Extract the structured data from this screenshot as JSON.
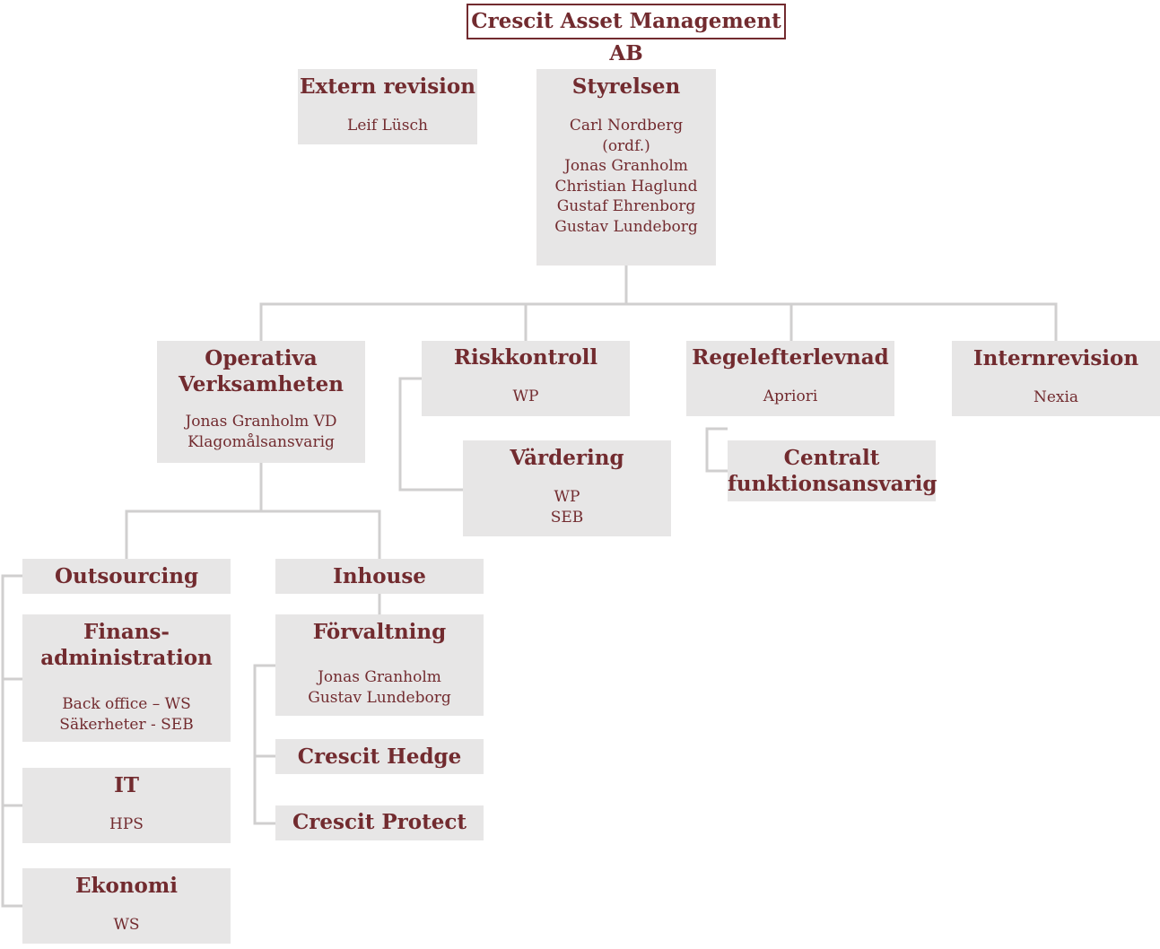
{
  "title": "Crescit Asset Management AB",
  "colors": {
    "text": "#722b2f",
    "box": "#e7e6e6",
    "line": "#d0cfcf"
  },
  "boxes": {
    "extern_revision": {
      "title": "Extern revision",
      "sub": "Leif Lüsch"
    },
    "styrelsen": {
      "title": "Styrelsen",
      "sub": "Carl Nordberg\n(ordf.)\nJonas Granholm\nChristian Haglund\nGustaf Ehrenborg\nGustav Lundeborg"
    },
    "operativa": {
      "title": "Operativa\nVerksamheten",
      "sub": "Jonas Granholm VD\nKlagomålsansvarig"
    },
    "riskkontroll": {
      "title": "Riskkontroll",
      "sub": "WP"
    },
    "regelefterlevnad": {
      "title": "Regelefterlevnad",
      "sub": "Apriori"
    },
    "internrevision": {
      "title": "Internrevision",
      "sub": "Nexia"
    },
    "vardering": {
      "title": "Värdering",
      "sub": "WP\nSEB"
    },
    "centralt": {
      "title": "Centralt\nfunktionsansvarig"
    },
    "outsourcing": {
      "title": "Outsourcing"
    },
    "inhouse": {
      "title": "Inhouse"
    },
    "finans": {
      "title": "Finans-\nadministration",
      "sub": "Back office – WS\nSäkerheter - SEB"
    },
    "forvaltning": {
      "title": "Förvaltning",
      "sub": "Jonas Granholm\nGustav Lundeborg"
    },
    "it": {
      "title": "IT",
      "sub": "HPS"
    },
    "ekonomi": {
      "title": "Ekonomi",
      "sub": "WS"
    },
    "crescit_hedge": {
      "title": "Crescit Hedge"
    },
    "crescit_protect": {
      "title": "Crescit Protect"
    }
  }
}
